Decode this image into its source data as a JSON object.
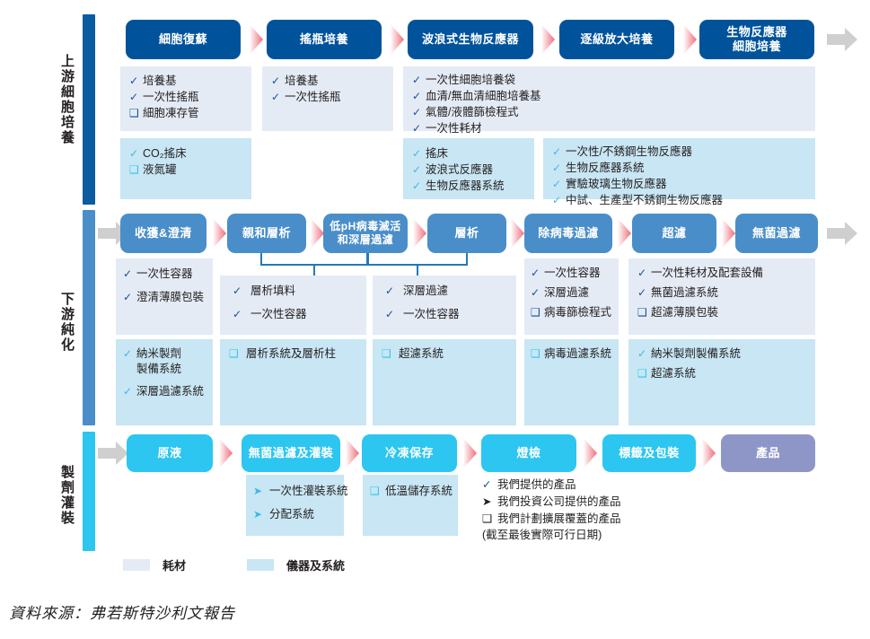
{
  "rows": [
    {
      "id": "upstream",
      "label": "上游細胞培養",
      "bar_color": "#0b5ba1",
      "pill_color": "#00539b",
      "steps": [
        {
          "label": "細胞復蘇"
        },
        {
          "label": "搖瓶培養"
        },
        {
          "label": "波浪式生物反應器"
        },
        {
          "label": "逐級放大培養"
        },
        {
          "label": "生物反應器\n細胞培養"
        }
      ],
      "consumable_panels": [
        {
          "items": [
            {
              "marker": "check-dark",
              "text": "培養基"
            },
            {
              "marker": "check-dark",
              "text": "一次性搖瓶"
            },
            {
              "marker": "box-dark",
              "text": "細胞凍存管"
            }
          ]
        },
        {
          "items": [
            {
              "marker": "check-dark",
              "text": "培養基"
            },
            {
              "marker": "check-dark",
              "text": "一次性搖瓶"
            }
          ]
        },
        {
          "items": [
            {
              "marker": "check-dark",
              "text": "一次性細胞培養袋"
            },
            {
              "marker": "check-dark",
              "text": "血清/無血清細胞培養基"
            },
            {
              "marker": "check-dark",
              "text": "氣體/液體篩檢程式"
            },
            {
              "marker": "check-dark",
              "text": "一次性耗材"
            }
          ]
        }
      ],
      "instrument_panels": [
        {
          "items": [
            {
              "marker": "check-light",
              "text": "CO₂搖床"
            },
            {
              "marker": "box-light",
              "text": "液氮罐"
            }
          ]
        },
        {
          "items": [
            {
              "marker": "check-light",
              "text": "搖床"
            },
            {
              "marker": "check-light",
              "text": "波浪式反應器"
            },
            {
              "marker": "check-light",
              "text": "生物反應器系統"
            }
          ]
        },
        {
          "items": [
            {
              "marker": "check-light",
              "text": "一次性/不銹鋼生物反應器"
            },
            {
              "marker": "check-light",
              "text": "生物反應器系統"
            },
            {
              "marker": "check-light",
              "text": "實驗玻璃生物反應器"
            },
            {
              "marker": "check-light",
              "text": "中試、生產型不銹鋼生物反應器"
            }
          ]
        }
      ]
    },
    {
      "id": "downstream",
      "label": "下游純化",
      "bar_color": "#4a8ec9",
      "pill_color": "#4a8ec9",
      "steps": [
        {
          "label": "收獲&澄清"
        },
        {
          "label": "親和層析"
        },
        {
          "label": "低pH病毒滅活\n和深層過濾"
        },
        {
          "label": "層析"
        },
        {
          "label": "除病毒過濾"
        },
        {
          "label": "超濾"
        },
        {
          "label": "無菌過濾"
        }
      ],
      "consumable_panels": [
        {
          "items": [
            {
              "marker": "check-dark",
              "text": "一次性容器"
            },
            {
              "marker": "check-dark",
              "text": "澄清薄膜包裝"
            }
          ]
        },
        {
          "items": [
            {
              "marker": "check-dark",
              "text": "層析填料"
            },
            {
              "marker": "check-dark",
              "text": "一次性容器"
            }
          ]
        },
        {
          "items": [
            {
              "marker": "check-dark",
              "text": "深層過濾"
            },
            {
              "marker": "check-dark",
              "text": "一次性容器"
            }
          ]
        },
        {
          "items": [
            {
              "marker": "check-dark",
              "text": "一次性容器"
            },
            {
              "marker": "check-dark",
              "text": "深層過濾"
            },
            {
              "marker": "box-dark",
              "text": "病毒篩檢程式"
            }
          ]
        },
        {
          "items": [
            {
              "marker": "check-dark",
              "text": "一次性耗材及配套設備"
            },
            {
              "marker": "check-dark",
              "text": "無菌過濾系統"
            },
            {
              "marker": "box-dark",
              "text": "超濾薄膜包裝"
            }
          ]
        }
      ],
      "instrument_panels": [
        {
          "items": [
            {
              "marker": "check-light",
              "text": "納米製劑\n製備系統"
            },
            {
              "marker": "check-light",
              "text": "深層過濾系統"
            }
          ]
        },
        {
          "items": [
            {
              "marker": "box-light",
              "text": "層析系統及層析柱"
            }
          ]
        },
        {
          "items": [
            {
              "marker": "box-light",
              "text": "超濾系統"
            }
          ]
        },
        {
          "items": [
            {
              "marker": "box-light",
              "text": "病毒過濾系統"
            }
          ]
        },
        {
          "items": [
            {
              "marker": "check-light",
              "text": "納米製劑製備系統"
            },
            {
              "marker": "box-light",
              "text": "超濾系統"
            }
          ]
        }
      ]
    },
    {
      "id": "formulation",
      "label": "製劑灌裝",
      "bar_color": "#2cc6f0",
      "pill_color": "#2cc6f0",
      "steps": [
        {
          "label": "原液"
        },
        {
          "label": "無菌過濾及灌裝"
        },
        {
          "label": "冷凍保存"
        },
        {
          "label": "燈檢"
        },
        {
          "label": "標籤及包裝"
        },
        {
          "label": "產品",
          "variant": "product"
        }
      ],
      "instrument_panels": [
        {
          "items": [
            {
              "marker": "arrow-light",
              "text": "一次性灌裝系統"
            },
            {
              "marker": "arrow-light",
              "text": "分配系統"
            }
          ]
        },
        {
          "items": [
            {
              "marker": "box-light",
              "text": "低溫儲存系統"
            }
          ]
        }
      ]
    }
  ],
  "key": {
    "rows": [
      {
        "marker": "check-dark",
        "text": "我們提供的產品"
      },
      {
        "marker": "arrow-dark",
        "text": "我們投資公司提供的產品"
      },
      {
        "marker": "box-dark",
        "text": "我們計劃擴展覆蓋的產品"
      }
    ],
    "note": "(截至最後實際可行日期)"
  },
  "legend": [
    {
      "label": "耗材",
      "color": "#e4ebf5"
    },
    {
      "label": "儀器及系統",
      "color": "#c8e6f3"
    }
  ],
  "source": "資料來源：弗若斯特沙利文報告",
  "colors": {
    "upstream_pill": "#00539b",
    "downstream_pill": "#4a8ec9",
    "formulation_pill": "#2cc6f0",
    "product_pill": "#8e96c8",
    "consumable_panel": "#e4ebf5",
    "instrument_panel": "#c8e6f3",
    "chevron": "#f4a3ab",
    "gray_arrow": "#cfcfcf",
    "bracket": "#2479b8"
  }
}
